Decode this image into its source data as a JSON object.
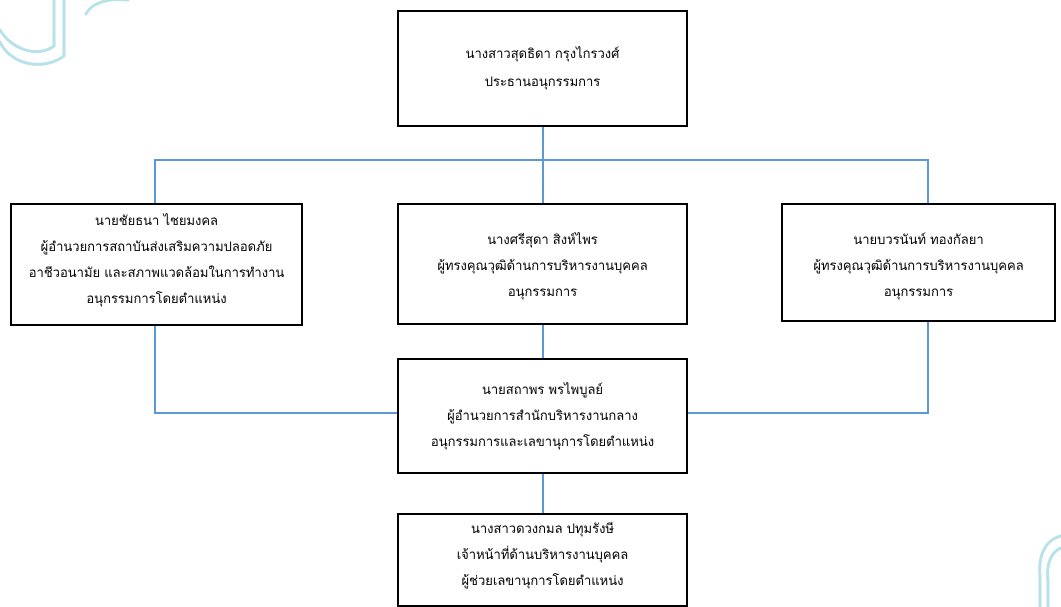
{
  "colors": {
    "connector": "#5b9bd5",
    "box_border": "#000000",
    "decoration": "#b7e2e8"
  },
  "org_chart": {
    "chair": {
      "name": "นางสาวสุดธิดา  กรุงไกรวงศ์",
      "role": "ประธานอนุกรรมการ"
    },
    "member_left": {
      "name": "นายชัยธนา  ไชยมงคล",
      "title_lines": [
        "ผู้อำนวยการสถาบันส่งเสริมความปลอดภัย",
        "อาชีวอนามัย และสภาพแวดล้อมในการทำงาน"
      ],
      "role": "อนุกรรมการโดยตำแหน่ง"
    },
    "member_center": {
      "name": "นางศรีสุดา  สิงห์ไพร",
      "title_lines": [
        "ผู้ทรงคุณวุฒิด้านการบริหารงานบุคคล"
      ],
      "role": "อนุกรรมการ"
    },
    "member_right": {
      "name": "นายบวรนันท์  ทองกัลยา",
      "title_lines": [
        "ผู้ทรงคุณวุฒิด้านการบริหารงานบุคคล"
      ],
      "role": "อนุกรรมการ"
    },
    "secretary": {
      "name": "นายสถาพร  พรไพบูลย์",
      "title_lines": [
        "ผู้อำนวยการสำนักบริหารงานกลาง"
      ],
      "role": "อนุกรรมการและเลขานุการโดยตำแหน่ง"
    },
    "assistant_secretary": {
      "name": "นางสาวดวงกมล  ปทุมรังษี",
      "title_lines": [
        "เจ้าหน้าที่ด้านบริหารงานบุคคล"
      ],
      "role": "ผู้ช่วยเลขานุการโดยตำแหน่ง"
    }
  }
}
